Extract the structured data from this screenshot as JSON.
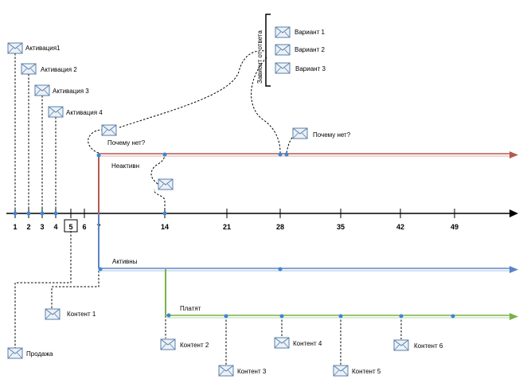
{
  "axis": {
    "ticks": [
      "1",
      "2",
      "3",
      "4",
      "5",
      "6",
      "7",
      "14",
      "21",
      "28",
      "35",
      "42",
      "49"
    ]
  },
  "activations": [
    "Активация1",
    "Активация 2",
    "Активация 3",
    "Активация 4"
  ],
  "why_not_1": "Почему нет?",
  "why_not_2": "Почему нет?",
  "depends_on_answer": "Зависит от ответа",
  "variants": [
    "Вариант 1",
    "Вариант 2",
    "Вариант 3"
  ],
  "branches": {
    "inactive": "Неактивн",
    "active": "Активны",
    "paying": "Платят"
  },
  "contents": [
    "Контент 1",
    "Контент 2",
    "Контент 3",
    "Контент 4",
    "Контент 5",
    "Контент 6"
  ],
  "sale": "Продажа",
  "colors": {
    "inactive_line": "#b5594f",
    "active_line": "#5b85c5",
    "paying_line": "#77b24a",
    "dot": "#3b86d6",
    "axis": "#000000",
    "icon_stroke": "#5b7fa6",
    "icon_fill": "#eaf1f8"
  }
}
